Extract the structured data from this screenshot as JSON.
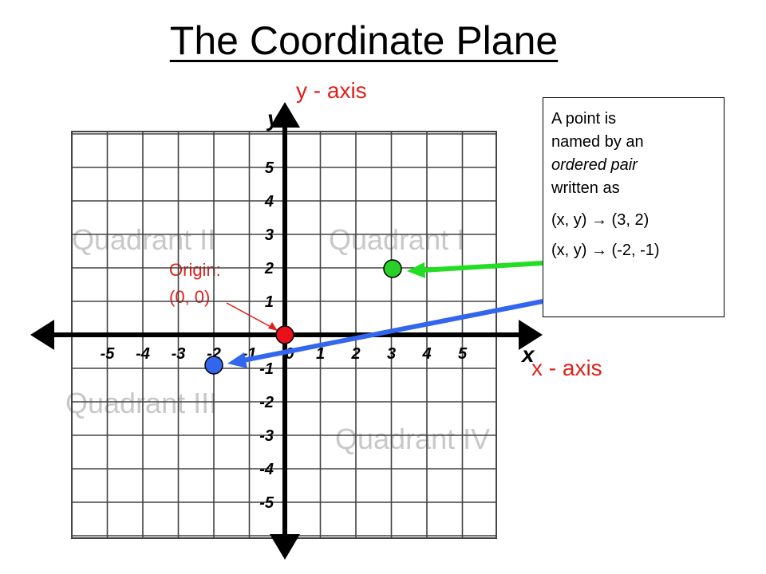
{
  "title": "The Coordinate Plane",
  "y_axis_label": "y - axis",
  "x_axis_label": "x - axis",
  "axis_letter_x": "x",
  "axis_letter_y": "y",
  "quadrants": {
    "q1": "Quadrant I",
    "q2": "Quadrant II",
    "q3": "Quadrant III",
    "q4": "Quadrant IV"
  },
  "origin": {
    "label": "Origin:",
    "coords": "(0, 0)"
  },
  "info": {
    "line1": "A point is",
    "line2": "named by an",
    "line3": "ordered pair",
    "line4": "written as",
    "pair1": "(x, y) → (3, 2)",
    "pair2": "(x, y) → (-2, -1)"
  },
  "x_ticks": [
    "-5",
    "-4",
    "-3",
    "-2",
    "-1",
    "0",
    "1",
    "2",
    "3",
    "4",
    "5"
  ],
  "y_ticks": [
    "5",
    "4",
    "3",
    "2",
    "1",
    "-1",
    "-2",
    "-3",
    "-4",
    "-5"
  ],
  "colors": {
    "point_origin": "#e8101a",
    "point_q1": "#28d028",
    "point_q3": "#3366ee",
    "arrow_q1": "#22dd22",
    "arrow_q3": "#3366ee",
    "label_red": "#e0201a",
    "quadrant_gray": "#c8c8c8"
  }
}
